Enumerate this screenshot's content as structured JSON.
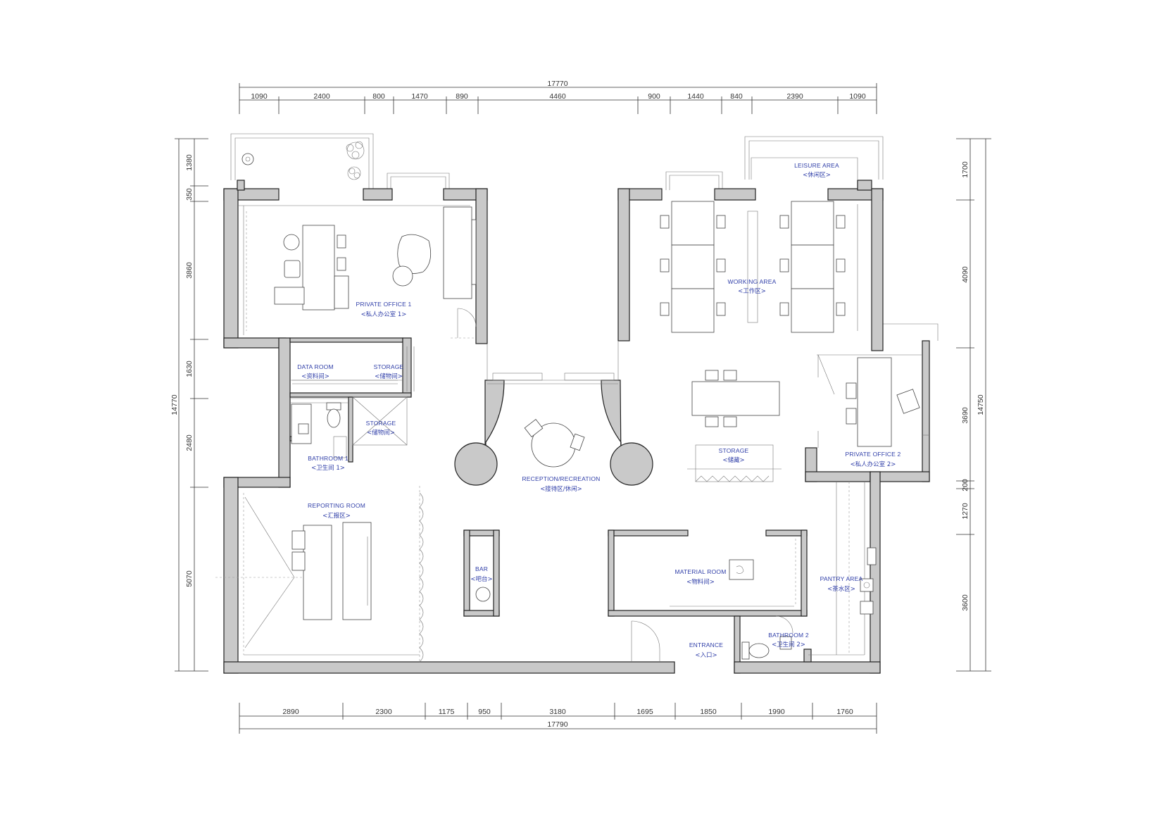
{
  "dimensions": {
    "top_total": "17770",
    "top_segments": [
      "1090",
      "2400",
      "800",
      "1470",
      "890",
      "4460",
      "900",
      "1440",
      "840",
      "2390",
      "1090"
    ],
    "bottom_total": "17790",
    "bottom_segments": [
      "2890",
      "2300",
      "1175",
      "950",
      "3180",
      "1695",
      "1850",
      "1990",
      "1760"
    ],
    "left_total": "14770",
    "left_segments": [
      "1380",
      "350",
      "3860",
      "1630",
      "2480",
      "5070"
    ],
    "right_total": "14750",
    "right_segments": [
      "1700",
      "4090",
      "3690",
      "200",
      "1270",
      "3600"
    ]
  },
  "rooms": {
    "leisure_area": {
      "en": "LEISURE AREA",
      "zh": "<休闲区>"
    },
    "working_area": {
      "en": "WORKING AREA",
      "zh": "<工作区>"
    },
    "private_office_1": {
      "en": "PRIVATE OFFICE 1",
      "zh": "<私人办公室 1>"
    },
    "data_room": {
      "en": "DATA ROOM",
      "zh": "<资料间>"
    },
    "storage_1": {
      "en": "STORAGE",
      "zh": "<储物间>"
    },
    "storage_2": {
      "en": "STORAGE",
      "zh": "<储物间>"
    },
    "storage_3": {
      "en": "STORAGE",
      "zh": "<储藏>"
    },
    "bathroom_1": {
      "en": "BATHROOM 1",
      "zh": "<卫生间 1>"
    },
    "reception": {
      "en": "RECEPTION/RECREATION",
      "zh": "<接待区/休闲>"
    },
    "private_office_2": {
      "en": "PRIVATE OFFICE 2",
      "zh": "<私人办公室 2>"
    },
    "reporting_room": {
      "en": "REPORTING ROOM",
      "zh": "<汇报区>"
    },
    "bar": {
      "en": "BAR",
      "zh": "<吧台>"
    },
    "material_room": {
      "en": "MATERIAL ROOM",
      "zh": "<物料间>"
    },
    "pantry_area": {
      "en": "PANTRY AREA",
      "zh": "<茶水区>"
    },
    "entrance": {
      "en": "ENTRANCE",
      "zh": "<入口>"
    },
    "bathroom_2": {
      "en": "BATHROOM 2",
      "zh": "<卫生间 2>"
    }
  }
}
